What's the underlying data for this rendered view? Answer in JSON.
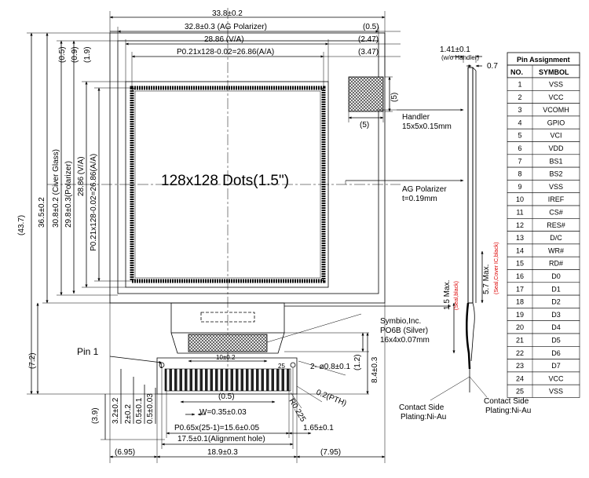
{
  "display_label": "128x128 Dots(1.5\")",
  "top_dims": {
    "overall": "33.8±0.2",
    "ag_polarizer": "32.8±0.3 (AG Polarizer)",
    "va": "28.86 (V/A)",
    "aa": "P0.21x128-0.02=26.86(A/A)",
    "r1": "(0.5)",
    "r2": "(2.47)",
    "r3": "(3.47)"
  },
  "left_dims": {
    "d_43_7": "(43.7)",
    "d_36_5": "36.5±0.2",
    "d_30_8": "30.8±0.2 (Civer Glass)",
    "d_29_8": "29.8±0.3(Polarizer)",
    "d_28_86": "28.86 (V/A)",
    "d_aa": "P0.21x128-0.02=26.86(A/A)",
    "d_0_5": "(0.5)",
    "d_0_9": "(0.9)",
    "d_1_9": "(1.9)",
    "d_7_2": "(7.2)",
    "d_3_9": "(3.9)",
    "d_3_2": "3.2±0.2",
    "d_2_0": "2±0.2",
    "d_0_5b": "0.5±0.1",
    "d_0_5c": "0.5±0.03"
  },
  "handler": {
    "title": "Handler",
    "spec": "15x5x0.15mm",
    "five_v": "(5)",
    "five_h": "(5)",
    "ag_title": "AG Polarizer",
    "ag_t": "t=0.19mm",
    "ic_title": "Symbio,Inc.",
    "ic_part": "PO6B (Silver)",
    "ic_size": "16x4x0.07mm"
  },
  "side": {
    "top_dim": "1.41±0.1",
    "top_note": "(w/o Handler)",
    "thick": "0.7",
    "max1": "1.5 Max.",
    "max1_note": "(Seal,black)",
    "max2": "5.7 Max.",
    "max2_note": "(Seal,Cover IC,black)",
    "contact_left_1": "Contact Side",
    "contact_left_2": "Plating:Ni-Au",
    "contact_right_1": "Contact Side",
    "contact_right_2": "Plating:Ni-Au"
  },
  "bottom": {
    "pin1": "Pin 1",
    "tick1": "1",
    "tick25": "25",
    "ic_dim": "10±0.2",
    "holes": "2- ø0.8±0.1",
    "pth": "0.2(PTH)",
    "radius": "R0.225",
    "d_1_2": "(1.2)",
    "d_8_4": "8.4±0.3",
    "d_0_5": "(0.5)",
    "w": "W=0.35±0.03",
    "pitch": "P0.65x(25-1)=15.6±0.05",
    "d_1_65": "1.65±0.1",
    "align": "17.5±0.1(Alignment hole)",
    "d_6_95": "(6.95)",
    "d_18_9": "18.9±0.3",
    "d_7_95": "(7.95)"
  },
  "pin_table": {
    "title": "Pin Assignment",
    "headers": [
      "NO.",
      "SYMBOL"
    ],
    "rows": [
      [
        "1",
        "VSS"
      ],
      [
        "2",
        "VCC"
      ],
      [
        "3",
        "VCOMH"
      ],
      [
        "4",
        "GPIO"
      ],
      [
        "5",
        "VCI"
      ],
      [
        "6",
        "VDD"
      ],
      [
        "7",
        "BS1"
      ],
      [
        "8",
        "BS2"
      ],
      [
        "9",
        "VSS"
      ],
      [
        "10",
        "IREF"
      ],
      [
        "11",
        "CS#"
      ],
      [
        "12",
        "RES#"
      ],
      [
        "13",
        "D/C"
      ],
      [
        "14",
        "WR#"
      ],
      [
        "15",
        "RD#"
      ],
      [
        "16",
        "D0"
      ],
      [
        "17",
        "D1"
      ],
      [
        "18",
        "D2"
      ],
      [
        "19",
        "D3"
      ],
      [
        "20",
        "D4"
      ],
      [
        "21",
        "D5"
      ],
      [
        "22",
        "D6"
      ],
      [
        "23",
        "D7"
      ],
      [
        "24",
        "VCC"
      ],
      [
        "25",
        "VSS"
      ]
    ]
  }
}
